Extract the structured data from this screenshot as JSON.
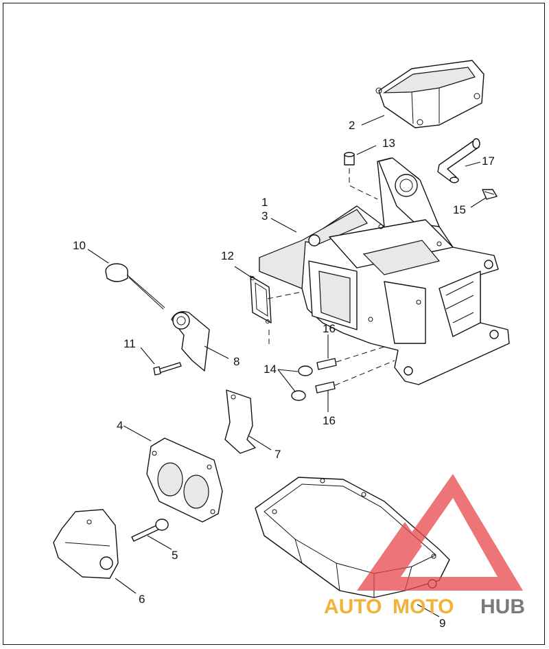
{
  "labels": {
    "p1": "1",
    "p2": "2",
    "p3": "3",
    "p4": "4",
    "p5": "5",
    "p6": "6",
    "p7": "7",
    "p8": "8",
    "p9": "9",
    "p10": "10",
    "p11": "11",
    "p12": "12",
    "p13": "13",
    "p14": "14",
    "p15": "15",
    "p16a": "16",
    "p16b": "16",
    "p17": "17"
  },
  "watermark": {
    "part1": "AUTO",
    "part2": "MOTO",
    "part3": "HUB",
    "color_primary": "#f2b23a",
    "color_secondary": "#7a7a7a",
    "logo_color": "#e8474a"
  }
}
